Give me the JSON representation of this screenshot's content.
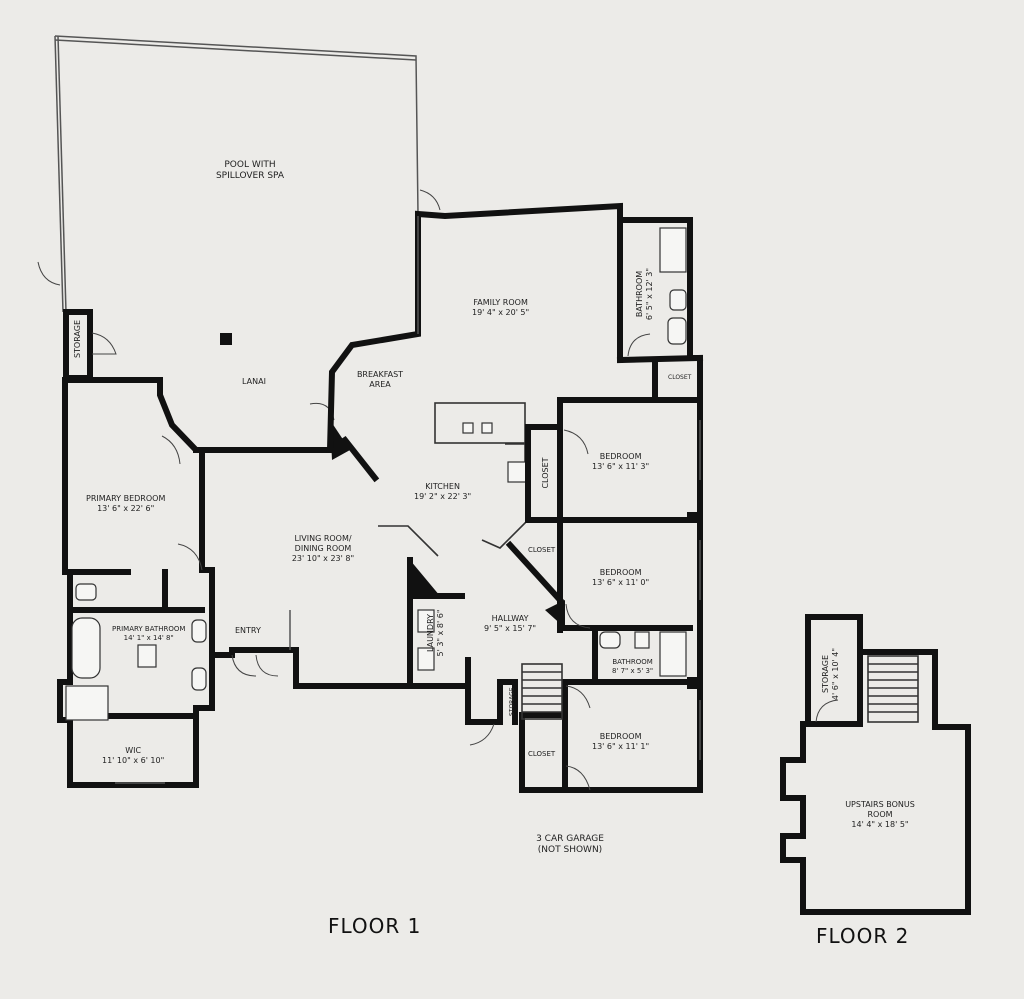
{
  "rooms": {
    "pool": {
      "name": "POOL WITH SPILLOVER SPA"
    },
    "storage_left": {
      "name": "STORAGE"
    },
    "lanai": {
      "name": "LANAI"
    },
    "breakfast": {
      "name": "BREAKFAST AREA"
    },
    "family": {
      "name": "FAMILY ROOM",
      "dim": "19' 4\" x 20' 5\""
    },
    "bath_top": {
      "name": "BATHROOM",
      "dim": "6' 5\" x 12' 3\""
    },
    "closet_top": {
      "name": "CLOSET"
    },
    "primary_bed": {
      "name": "PRIMARY BEDROOM",
      "dim": "13' 6\" x 22' 6\""
    },
    "kitchen": {
      "name": "KITCHEN",
      "dim": "19' 2\" x 22' 3\""
    },
    "closet_v": {
      "name": "CLOSET"
    },
    "bed1": {
      "name": "BEDROOM",
      "dim": "13' 6\" x 11' 3\""
    },
    "living": {
      "name": "LIVING ROOM/ DINING ROOM",
      "dim": "23' 10\" x 23' 8\""
    },
    "closet_mid": {
      "name": "CLOSET"
    },
    "bed2": {
      "name": "BEDROOM",
      "dim": "13' 6\" x 11' 0\""
    },
    "primary_bath": {
      "name": "PRIMARY BATHROOM",
      "dim": "14' 1\" x 14' 8\""
    },
    "entry": {
      "name": "ENTRY"
    },
    "laundry": {
      "name": "LAUNDRY",
      "dim": "5' 3\" x 8' 6\""
    },
    "hallway": {
      "name": "HALLWAY",
      "dim": "9' 5\" x 15' 7\""
    },
    "bath_mid": {
      "name": "BATHROOM",
      "dim": "8' 7\" x 5' 3\""
    },
    "storage_small": {
      "name": "STORAGE"
    },
    "wic": {
      "name": "WIC",
      "dim": "11' 10\" x 6' 10\""
    },
    "closet_bot": {
      "name": "CLOSET"
    },
    "bed3": {
      "name": "BEDROOM",
      "dim": "13' 6\" x 11' 1\""
    },
    "storage_up": {
      "name": "STORAGE",
      "dim": "4' 6\" x 10' 4\""
    },
    "bonus": {
      "name": "UPSTAIRS BONUS ROOM",
      "dim": "14' 4\" x 18' 5\""
    }
  },
  "notes": {
    "garage": "3 CAR GARAGE (NOT SHOWN)"
  },
  "floors": {
    "floor1": "FLOOR 1",
    "floor2": "FLOOR 2"
  }
}
